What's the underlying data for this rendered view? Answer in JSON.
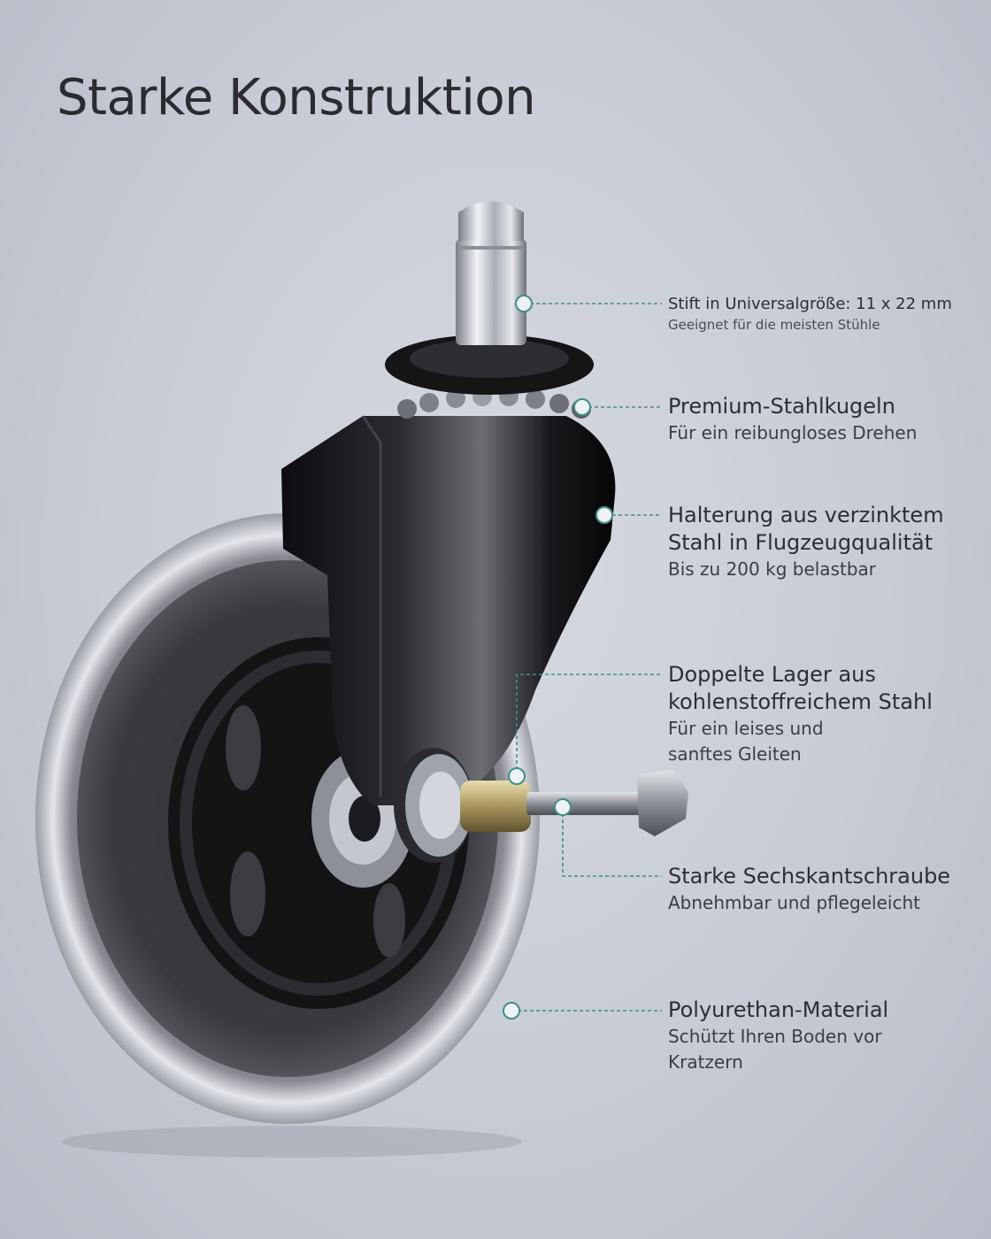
{
  "title": "Starke Konstruktion",
  "accent_color": "#3f8f86",
  "callouts": [
    {
      "heading": "Stift in Universalgröße: 11 x 22 mm",
      "lines": [
        "Geeignet für die meisten Stühle"
      ]
    },
    {
      "heading": "Premium-Stahlkugeln",
      "lines": [
        "Für ein reibungloses Drehen"
      ]
    },
    {
      "heading": "Halterung aus verzinktem",
      "heading2": "Stahl in Flugzeugqualität",
      "lines": [
        "Bis zu 200 kg belastbar"
      ]
    },
    {
      "heading": "Doppelte Lager aus",
      "heading2": "kohlenstoffreichem Stahl",
      "lines": [
        "Für ein leises und",
        "sanftes Gleiten"
      ]
    },
    {
      "heading": "Starke Sechskantschraube",
      "lines": [
        "Abnehmbar und pflegeleicht"
      ]
    },
    {
      "heading": "Polyurethan-Material",
      "lines": [
        "Schützt Ihren Boden vor",
        "Kratzern"
      ]
    }
  ]
}
